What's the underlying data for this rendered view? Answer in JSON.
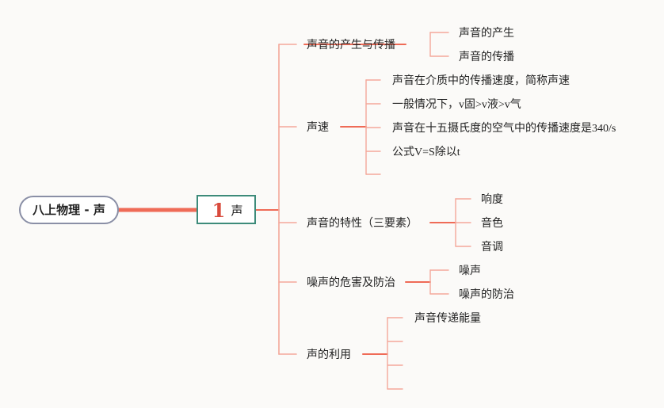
{
  "colors": {
    "background": "#fbfaf8",
    "thick_line": "#ef6b57",
    "branch_line": "#f4a89a",
    "main_border": "#3d8b7a",
    "root_border": "#8a8fa6",
    "number": "#d94a3c"
  },
  "root": {
    "label": "八上物理 - 声"
  },
  "main": {
    "number": "1",
    "label": "声"
  },
  "branches": [
    {
      "label": "声音的产生与传播",
      "children": [
        "声音的产生",
        "声音的传播"
      ]
    },
    {
      "label": "声速",
      "children": [
        "声音在介质中的传播速度，简称声速",
        "一般情况下，v固>v液>v气",
        "声音在十五摄氏度的空气中的传播速度是340/s",
        "公式V=S除以t",
        ""
      ]
    },
    {
      "label": "声音的特性（三要素）",
      "children": [
        "响度",
        "音色",
        "音调"
      ]
    },
    {
      "label": "噪声的危害及防治",
      "children": [
        "噪声",
        "噪声的防治"
      ]
    },
    {
      "label": "声的利用",
      "children": [
        "声音传递能量",
        "",
        "",
        ""
      ]
    }
  ]
}
